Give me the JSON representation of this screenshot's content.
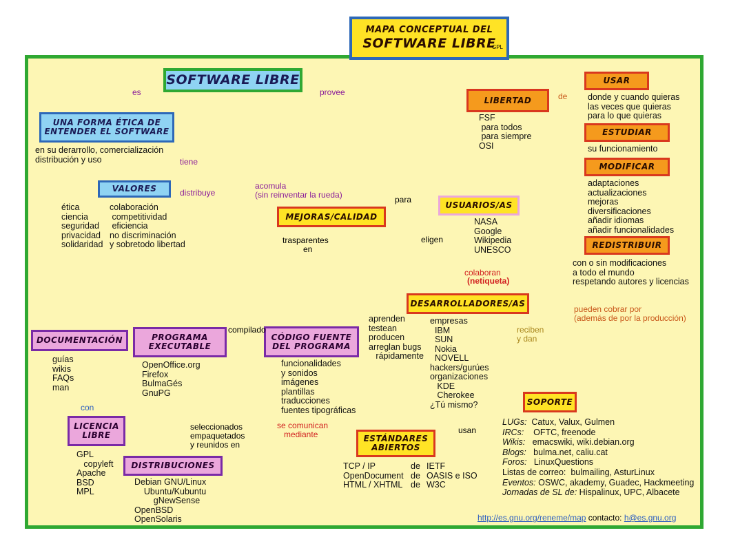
{
  "header": {
    "title_line1": "MAPA CONCEPTUAL DEL",
    "title_line2": "SOFTWARE LIBRE",
    "license_mark": "GPL"
  },
  "nodes": {
    "software_libre": "SOFTWARE LIBRE",
    "forma_etica": "UNA FORMA ÉTICA DE\nENTENDER EL SOFTWARE",
    "valores": "VALORES",
    "libertad": "LIBERTAD",
    "usar": "USAR",
    "estudiar": "ESTUDIAR",
    "modificar": "MODIFICAR",
    "redistribuir": "REDISTRIBUIR",
    "mejoras": "MEJORAS/CALIDAD",
    "usuarios": "USUARIOS/AS",
    "desarrolladores": "DESARROLLADORES/AS",
    "documentacion": "DOCUMENTACIÓN",
    "programa": "PROGRAMA\nEXECUTABLE",
    "codigo": "CÓDIGO FUENTE\nDEL PROGRAMA",
    "licencia": "LICENCIA\nLIBRE",
    "distribuciones": "DISTRIBUCIONES",
    "estandares": "ESTÁNDARES\nABIERTOS",
    "soporte": "SOPORTE"
  },
  "edge_labels": {
    "es": "es",
    "provee": "provee",
    "tiene": "tiene",
    "distribuye": "distribuye",
    "acomula": "acomula\n(sin reinventar la rueda)",
    "de": "de",
    "para": "para",
    "eligen": "eligen",
    "colaboran": "colaboran",
    "netiqueta": "(netiqueta)",
    "trasparentes": "trasparentes\n         en",
    "compilado": "compilado",
    "con": "con",
    "seleccionados": "seleccionados\nempaquetados\ny reunidos en",
    "se_comunican": "se comunican\n   mediante",
    "usan": "usan",
    "reciben": "reciben\ny dan",
    "pueden_cobrar": "pueden cobrar por\n(además de por la producción)"
  },
  "texts": {
    "forma_etica_desc": "en su derarrollo, comercialización\ndistribución y uso",
    "valores_col1": "ética\nciencia\nseguridad\nprivacidad\nsolidaridad",
    "valores_col2": "colaboración\n competitividad\n eficiencia\nno discriminación\ny sobretodo libertad",
    "libertad_desc": "FSF\n para todos\n para siempre\nOSI",
    "usar_desc": "donde y cuando quieras\nlas veces que quieras\npara lo que quieras",
    "estudiar_desc": "su funcionamiento",
    "modificar_desc": "adaptaciones\nactualizaciones\nmejoras\ndiversificaciones\nañadir idiomas\nañadir funcionalidades",
    "redistribuir_desc": "con o sin modificaciones\na todo el mundo\nrespetando autores y licencias",
    "usuarios_desc": "NASA\nGoogle\nWikipedia\nUNESCO",
    "desarrolladores_left": "aprenden\ntestean\nproducen\narreglan bugs\n   rápidamente",
    "desarrolladores_desc": "empresas\n  IBM\n  SUN\n  Nokia\n  NOVELL\nhackers/gurúes\norganizaciones\n   KDE\n   Cherokee\n¿Tú mismo?",
    "documentacion_desc": "guías\nwikis\nFAQs\nman",
    "programa_desc": "OpenOffice.org\nFirefox\nBulmaGés\nGnuPG",
    "codigo_desc": "funcionalidades\ny sonidos\nimágenes\nplantillas\ntraducciones\nfuentes tipográficas",
    "licencia_desc": "GPL\n   copyleft\nApache\nBSD\nMPL",
    "distribuciones_desc": "Debian GNU/Linux\n    Ubuntu/Kubuntu\n        gNewSense\nOpenBSD\nOpenSolaris",
    "estandares_col1": "TCP / IP\nOpenDocument\nHTML / XHTML",
    "estandares_col2": "de\nde\nde",
    "estandares_col3": "IETF\nOASIS e ISO\nW3C",
    "soporte_lines": [
      {
        "k": "LUGs:",
        "v": "  Catux, Valux, Gulmen"
      },
      {
        "k": "IRCs:",
        "v": "    OFTC, freenode"
      },
      {
        "k": "Wikis:",
        "v": "   emacswiki, wiki.debian.org"
      },
      {
        "k": "Blogs:",
        "v": "   bulma.net, caliu.cat"
      },
      {
        "k": "Foros:",
        "v": "   LinuxQuestions"
      },
      {
        "k": "",
        "v": "Listas de correo:  bulmailing, AsturLinux"
      },
      {
        "k": "Eventos:",
        "v": " OSWC, akademy, Guadec, Hackmeeting"
      },
      {
        "k": "Jornadas de SL de:",
        "v": " Hispalinux, UPC, Albacete"
      }
    ]
  },
  "footer": {
    "url": "http://es.gnu.org/reneme/map",
    "contact_label": "contacto:",
    "contact_email": "h@es.gnu.org"
  },
  "colors": {
    "frame_green": "#2fa832",
    "background": "#fdf6b4",
    "blue_box": "#8fd3f3",
    "orange_box": "#f59a1d",
    "yellow_box": "#ffe325",
    "pink_box": "#eba7dc",
    "arrow_red": "#d9381e",
    "arrow_purple": "#8a1b9a",
    "arrow_blue": "#2d68b8"
  },
  "icons": [
    "tux-mascot-on-swing",
    "tux-mascot-waving",
    "tux-mascot-reading",
    "tux-mascot-skateboard",
    "tux-mascot-juggler",
    "tux-mascot-cheering",
    "tux-mascot-running",
    "tux-mascot-standing",
    "tux-mascot-stool"
  ]
}
